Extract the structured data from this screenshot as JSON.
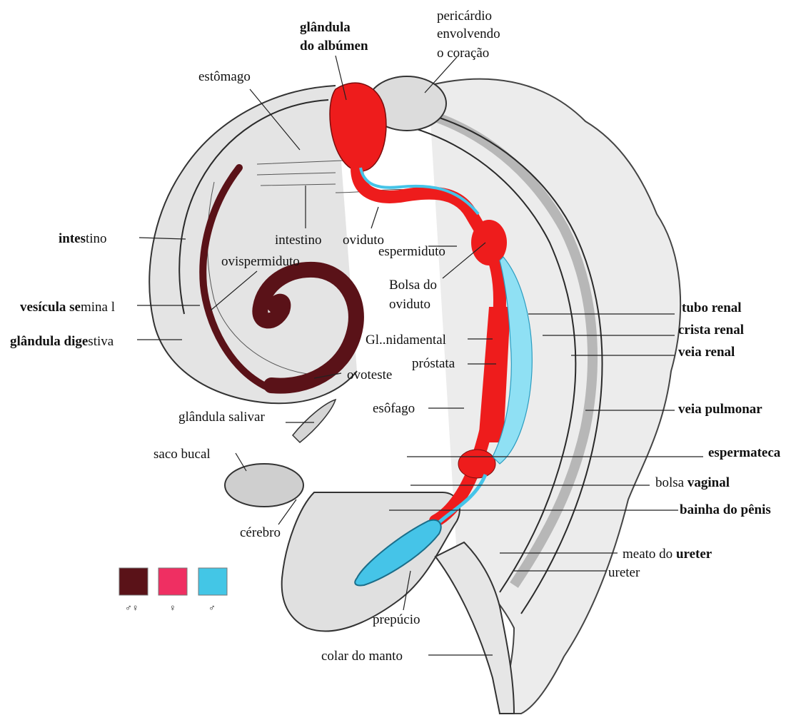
{
  "labels": {
    "glandula_albumen_1": "glândula",
    "glandula_albumen_2": "do albúmen",
    "pericardio_1": "pericárdio",
    "pericardio_2": "envolvendo",
    "pericardio_3": "o coração",
    "estomago": "estômago",
    "intestino_left_bold": "intes",
    "intestino_left_rest": "tino",
    "intestino_center": "intestino",
    "oviduto": "oviduto",
    "espermiduto": "espermiduto",
    "ovispermiduto": "ovispermiduto",
    "bolsa_oviduto_1": "Bolsa do",
    "bolsa_oviduto_2": "oviduto",
    "vesicula_bold": "vesícula se",
    "vesicula_rest": "mina l",
    "glandula_digestiva_bold": "glândula dige",
    "glandula_digestiva_rest": "stiva",
    "gl_nidamental": "Gl..nidamental",
    "prostata": "próstata",
    "ovoteste": "ovoteste",
    "tubo_renal": "tubo renal",
    "crista_renal": "crista renal",
    "veia_renal": "veia renal",
    "esofago": "esôfago",
    "veia_pulmonar": "veia pulmonar",
    "glandula_salivar": "glândula salivar",
    "saco_bucal": "saco bucal",
    "espermateca": "espermateca",
    "bolsa_vaginal_rest": "bolsa ",
    "bolsa_vaginal_bold": "vaginal",
    "bainha_penis": "bainha do pênis",
    "cerebro": "cérebro",
    "meato_rest": "meato do ",
    "meato_bold": "ureter",
    "ureter": "ureter",
    "prepucio": "prepúcio",
    "colar_manto": "colar do manto"
  },
  "legend": [
    {
      "color": "#5a1218",
      "symbol": "♂♀"
    },
    {
      "color": "#ef2f62",
      "symbol": "♀"
    },
    {
      "color": "#43c6e6",
      "symbol": "♂"
    }
  ],
  "colors": {
    "hermaphrodite": "#5a1218",
    "female": "#ee1c1c",
    "male": "#45c4e8",
    "tissue": "#d9d9d9"
  }
}
